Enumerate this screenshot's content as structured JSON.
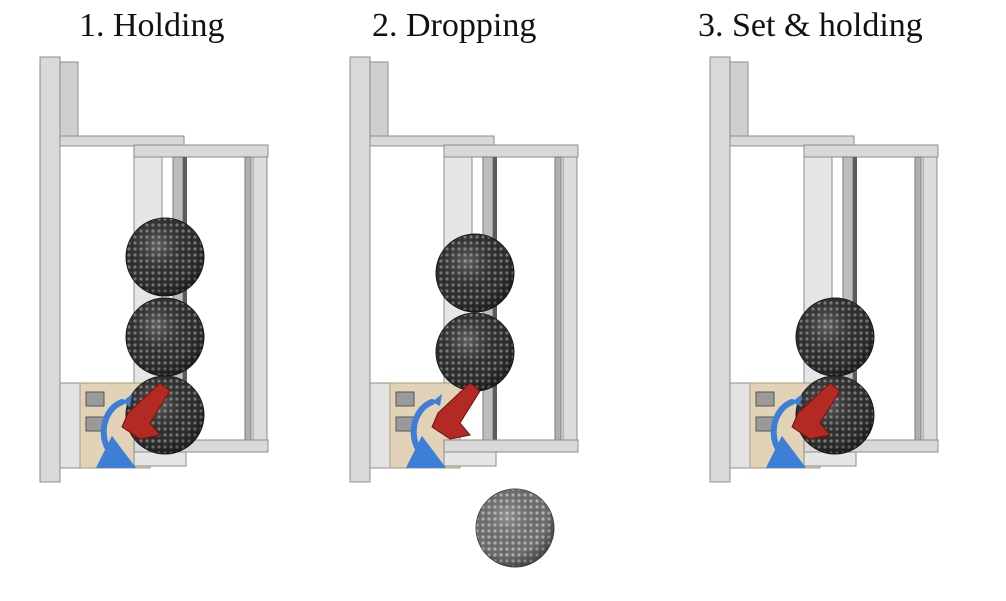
{
  "panels": [
    {
      "title": "1. Holding",
      "state": "holding",
      "balls_in_tube": 3,
      "ball_dropped": false,
      "rotation_arrow": true
    },
    {
      "title": "2. Dropping",
      "state": "dropping",
      "balls_in_tube": 2,
      "ball_dropped": true,
      "rotation_arrow": true
    },
    {
      "title": "3. Set & holding",
      "state": "set-holding",
      "balls_in_tube": 2,
      "ball_dropped": false,
      "rotation_arrow": true
    }
  ],
  "colors": {
    "frame": "#d9d9d9",
    "frame_edge": "#8c8c8c",
    "ball": "#3a3a3a",
    "dropped_ball": "#8a8a8a",
    "lever": "#b22a22",
    "arrow": "#3d7fd6",
    "servo": "#e2d3b8"
  },
  "icons": [
    "curved-rotation-arrow-icon",
    "golf-ball-icon"
  ]
}
